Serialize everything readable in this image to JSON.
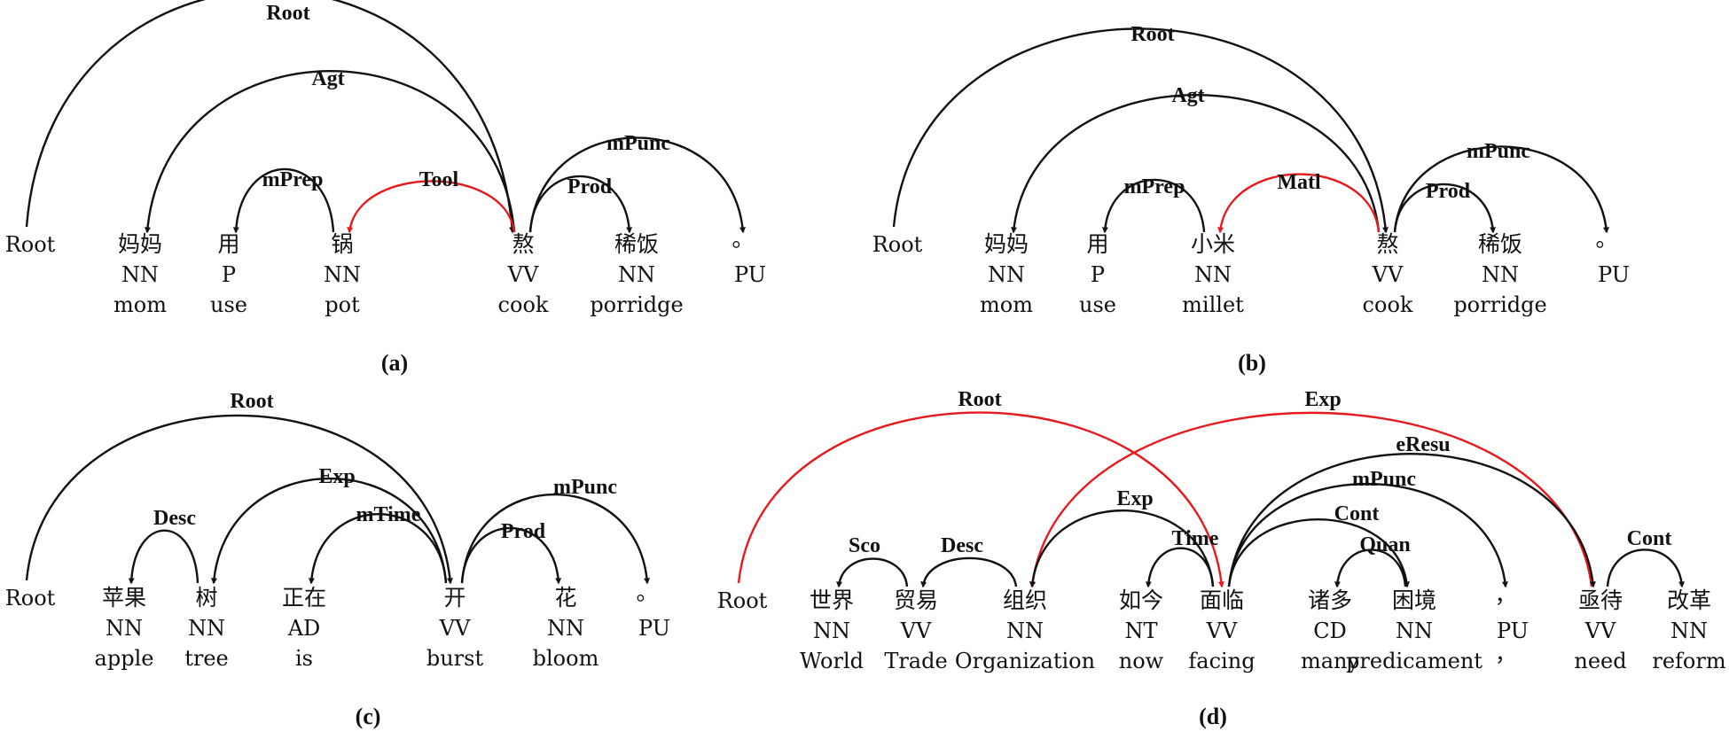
{
  "colors": {
    "default": "#111111",
    "red": "#e8191c",
    "blue": "#2e63b8",
    "green": "#19a84b"
  },
  "panels": [
    {
      "label": "(a)",
      "root_text": "Root",
      "tokens": [
        {
          "zh": "妈妈",
          "pos": "NN",
          "en": "mom",
          "zh_color": "default"
        },
        {
          "zh": "用",
          "pos": "P",
          "en": "use",
          "zh_color": "default"
        },
        {
          "zh": "锅",
          "pos": "NN",
          "en": "pot",
          "zh_color": "blue"
        },
        {
          "zh": "熬",
          "pos": "VV",
          "en": "cook",
          "zh_color": "default"
        },
        {
          "zh": "稀饭",
          "pos": "NN",
          "en": "porridge",
          "zh_color": "default"
        },
        {
          "zh": "。",
          "pos": "PU",
          "en": "",
          "zh_color": "default"
        }
      ],
      "arcs": [
        {
          "from": "root",
          "to": 3,
          "label": "Root",
          "color": "default"
        },
        {
          "from": 3,
          "to": 0,
          "label": "Agt",
          "color": "default"
        },
        {
          "from": 2,
          "to": 1,
          "label": "mPrep",
          "color": "default"
        },
        {
          "from": 3,
          "to": 2,
          "label": "Tool",
          "color": "red"
        },
        {
          "from": 3,
          "to": 4,
          "label": "Prod",
          "color": "default"
        },
        {
          "from": 3,
          "to": 5,
          "label": "mPunc",
          "color": "default"
        }
      ]
    },
    {
      "label": "(b)",
      "root_text": "Root",
      "tokens": [
        {
          "zh": "妈妈",
          "pos": "NN",
          "en": "mom",
          "zh_color": "default"
        },
        {
          "zh": "用",
          "pos": "P",
          "en": "use",
          "zh_color": "default"
        },
        {
          "zh": "小米",
          "pos": "NN",
          "en": "millet",
          "zh_color": "blue"
        },
        {
          "zh": "熬",
          "pos": "VV",
          "en": "cook",
          "zh_color": "default"
        },
        {
          "zh": "稀饭",
          "pos": "NN",
          "en": "porridge",
          "zh_color": "default"
        },
        {
          "zh": "。",
          "pos": "PU",
          "en": "",
          "zh_color": "default"
        }
      ],
      "arcs": [
        {
          "from": "root",
          "to": 3,
          "label": "Root",
          "color": "default"
        },
        {
          "from": 3,
          "to": 0,
          "label": "Agt",
          "color": "default"
        },
        {
          "from": 2,
          "to": 1,
          "label": "mPrep",
          "color": "default"
        },
        {
          "from": 3,
          "to": 2,
          "label": "Matl",
          "color": "red"
        },
        {
          "from": 3,
          "to": 4,
          "label": "Prod",
          "color": "default"
        },
        {
          "from": 3,
          "to": 5,
          "label": "mPunc",
          "color": "default"
        }
      ]
    },
    {
      "label": "(c)",
      "root_text": "Root",
      "tokens": [
        {
          "zh": "苹果",
          "pos": "NN",
          "en": "apple",
          "zh_color": "green"
        },
        {
          "zh": "树",
          "pos": "NN",
          "en": "tree",
          "zh_color": "green"
        },
        {
          "zh": "正在",
          "pos": "AD",
          "en": "is",
          "zh_color": "default"
        },
        {
          "zh": "开",
          "pos": "VV",
          "en": "burst",
          "zh_color": "default"
        },
        {
          "zh": "花",
          "pos": "NN",
          "en": "bloom",
          "zh_color": "default"
        },
        {
          "zh": "。",
          "pos": "PU",
          "en": "",
          "zh_color": "default"
        }
      ],
      "arcs": [
        {
          "from": "root",
          "to": 3,
          "label": "Root",
          "color": "default"
        },
        {
          "from": 1,
          "to": 0,
          "label": "Desc",
          "color": "default"
        },
        {
          "from": 3,
          "to": 1,
          "label": "Exp",
          "color": "default"
        },
        {
          "from": 3,
          "to": 2,
          "label": "mTime",
          "color": "default"
        },
        {
          "from": 3,
          "to": 4,
          "label": "Prod",
          "color": "default"
        },
        {
          "from": 3,
          "to": 5,
          "label": "mPunc",
          "color": "default"
        }
      ]
    },
    {
      "label": "(d)",
      "root_text": "Root",
      "tokens": [
        {
          "zh": "世界",
          "pos": "NN",
          "en": "World",
          "zh_color": "green"
        },
        {
          "zh": "贸易",
          "pos": "VV",
          "en": "Trade",
          "zh_color": "green"
        },
        {
          "zh": "组织",
          "pos": "NN",
          "en": "Organization",
          "zh_color": "green"
        },
        {
          "zh": "如今",
          "pos": "NT",
          "en": "now",
          "zh_color": "default"
        },
        {
          "zh": "面临",
          "pos": "VV",
          "en": "facing",
          "zh_color": "default"
        },
        {
          "zh": "诸多",
          "pos": "CD",
          "en": "many",
          "zh_color": "default"
        },
        {
          "zh": "困境",
          "pos": "NN",
          "en": "predicament",
          "zh_color": "default"
        },
        {
          "zh": "，",
          "pos": "PU",
          "en": "，",
          "zh_color": "default"
        },
        {
          "zh": "亟待",
          "pos": "VV",
          "en": "need",
          "zh_color": "default"
        },
        {
          "zh": "改革",
          "pos": "NN",
          "en": "reform",
          "zh_color": "default"
        }
      ],
      "arcs": [
        {
          "from": "root",
          "to": 4,
          "label": "Root",
          "color": "red"
        },
        {
          "from": 8,
          "to": 2,
          "label": "Exp",
          "color": "red"
        },
        {
          "from": 1,
          "to": 0,
          "label": "Sco",
          "color": "default"
        },
        {
          "from": 2,
          "to": 1,
          "label": "Desc",
          "color": "default"
        },
        {
          "from": 4,
          "to": 2,
          "label": "Exp",
          "color": "default"
        },
        {
          "from": 4,
          "to": 3,
          "label": "Time",
          "color": "default"
        },
        {
          "from": 4,
          "to": 8,
          "label": "eResu",
          "color": "default"
        },
        {
          "from": 4,
          "to": 7,
          "label": "mPunc",
          "color": "default"
        },
        {
          "from": 4,
          "to": 6,
          "label": "Cont",
          "color": "default"
        },
        {
          "from": 6,
          "to": 5,
          "label": "Quan",
          "color": "default"
        },
        {
          "from": 8,
          "to": 9,
          "label": "Cont",
          "color": "default"
        }
      ]
    }
  ]
}
